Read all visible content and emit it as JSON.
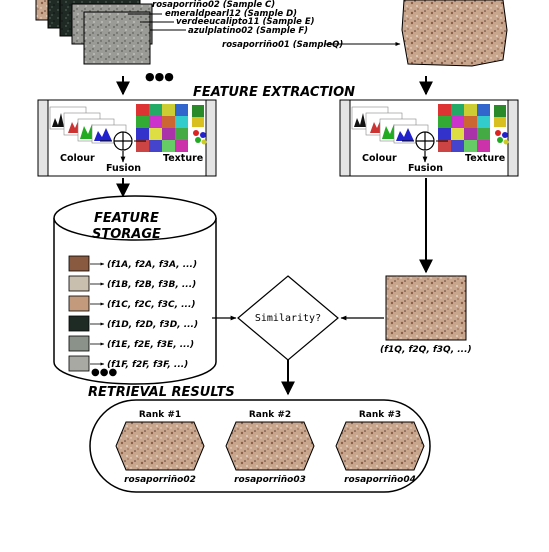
{
  "samples": {
    "labels": [
      "rosaporriño02 (Sample C)",
      "emeraldpearl12 (Sample D)",
      "verdeeucalipto11 (Sample E)",
      "azulplatino02 (Sample F)"
    ],
    "query_label": "rosaporriño01 (SampleQ)",
    "ellipsis": "●●●"
  },
  "feature_extraction": {
    "title": "FEATURE EXTRACTION",
    "colour_label": "Colour",
    "texture_label": "Texture",
    "fusion_label": "Fusion"
  },
  "feature_storage": {
    "title_line1": "FEATURE",
    "title_line2": "STORAGE",
    "rows": [
      {
        "vector": "(f1A, f2A, f3A, ...)",
        "color": "#8a5a40"
      },
      {
        "vector": "(f1B, f2B, f3B, ...)",
        "color": "#c9bfae"
      },
      {
        "vector": "(f1C, f2C, f3C, ...)",
        "color": "#c49a7c"
      },
      {
        "vector": "(f1D, f2D, f3D, ...)",
        "color": "#1d2b24"
      },
      {
        "vector": "(f1E, f2E, f3E, ...)",
        "color": "#8a928a"
      },
      {
        "vector": "(f1F, f2F, f3F, ...)",
        "color": "#a9a9a3"
      }
    ],
    "ellipsis": "●●●"
  },
  "similarity": {
    "label": "Similarity?",
    "query_vector": "(f1Q, f2Q, f3Q, ...)"
  },
  "retrieval": {
    "title": "RETRIEVAL RESULTS",
    "results": [
      {
        "rank": "Rank #1",
        "name": "rosaporriño02"
      },
      {
        "rank": "Rank #2",
        "name": "rosaporriño03"
      },
      {
        "rank": "Rank #3",
        "name": "rosaporriño04"
      }
    ]
  },
  "colors": {
    "granite_pink": "#c8a58d",
    "granite_dark": "#1f2a25",
    "granite_grey": "#9a9a96"
  }
}
